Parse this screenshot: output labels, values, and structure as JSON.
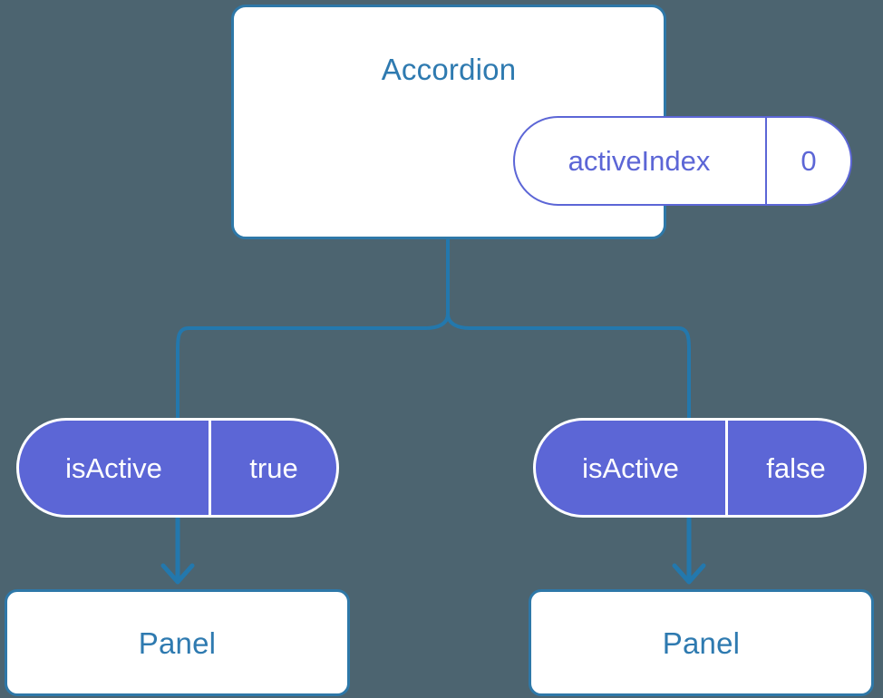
{
  "diagram": {
    "type": "component-tree",
    "background_color": "#4c6470",
    "accent_blue": "#2e78a8",
    "title_blue": "#2e7ab0",
    "accent_purple": "#5c66d6",
    "white": "#ffffff"
  },
  "root": {
    "name": "accordion-component",
    "title": "Accordion",
    "state": {
      "key": "activeIndex",
      "value": "0"
    }
  },
  "branches": [
    {
      "side": "left",
      "prop": {
        "key": "isActive",
        "value": "true"
      },
      "child": {
        "title": "Panel"
      }
    },
    {
      "side": "right",
      "prop": {
        "key": "isActive",
        "value": "false"
      },
      "child": {
        "title": "Panel"
      }
    }
  ]
}
